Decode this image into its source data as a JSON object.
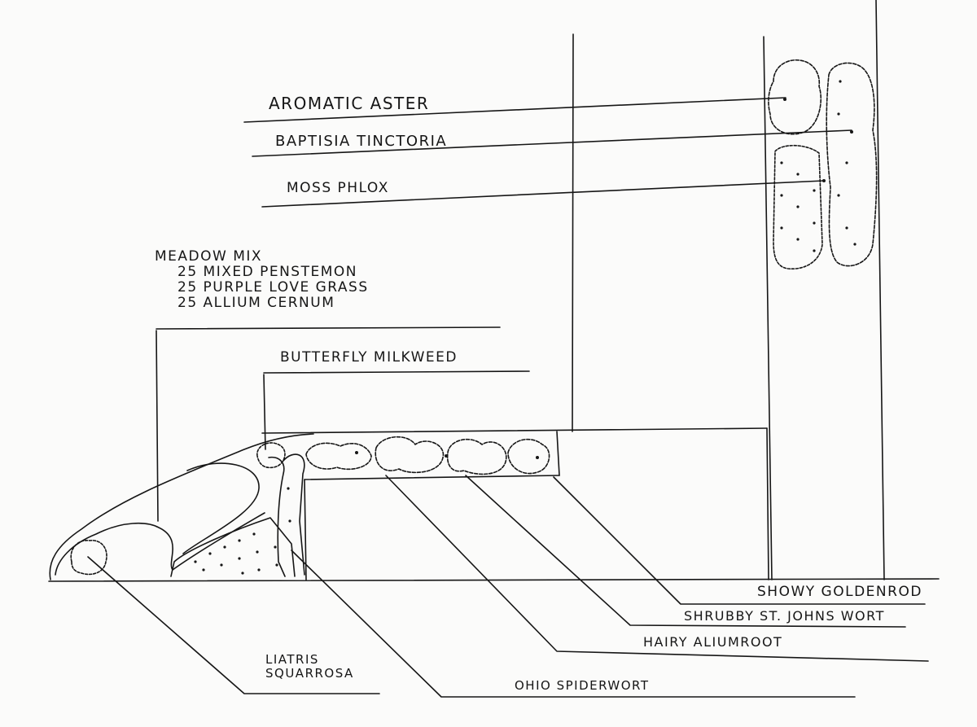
{
  "labels": {
    "aromatic_aster": "AROMATIC ASTER",
    "baptisia": "BAPTISIA TINCTORIA",
    "moss_phlox": "MOSS PHLOX",
    "meadow": {
      "title": "MEADOW MIX",
      "lines": [
        "25 MIXED PENSTEMON",
        "25 PURPLE LOVE GRASS",
        "25 ALLIUM CERNUM"
      ]
    },
    "butterfly_milkweed": "BUTTERFLY MILKWEED",
    "showy_goldenrod": "SHOWY GOLDENROD",
    "shrubby_st_johns": "SHRUBBY ST. JOHNS WORT",
    "hairy_alumroot": "HAIRY ALIUMROOT",
    "liatris": [
      "LIATRIS",
      "SQUARROSA"
    ],
    "ohio_spiderwort": "OHIO SPIDERWORT"
  },
  "colors": {
    "ink": "#161616",
    "paper": "#fbfbfa"
  }
}
